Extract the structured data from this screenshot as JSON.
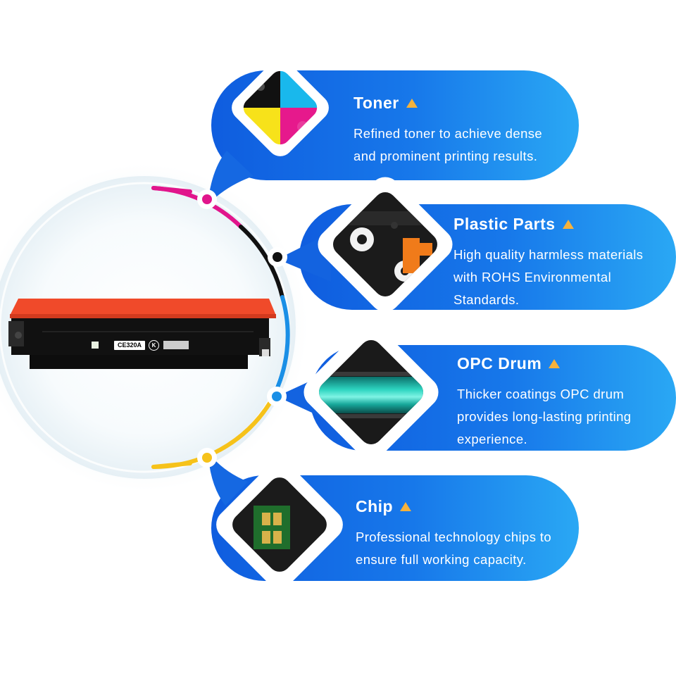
{
  "features": [
    {
      "title": "Toner",
      "desc": [
        "Refined toner to achieve dense",
        "and prominent printing results."
      ],
      "icon": "up-triangle-icon"
    },
    {
      "title": "Plastic Parts",
      "desc": [
        "High quality harmless materials",
        "with ROHS Environmental",
        "Standards."
      ],
      "icon": "up-triangle-icon"
    },
    {
      "title": "OPC Drum",
      "desc": [
        "Thicker coatings OPC drum",
        "provides long-lasting printing",
        "experience."
      ],
      "icon": "up-triangle-icon"
    },
    {
      "title": "Chip",
      "desc": [
        "Professional technology chips to",
        "ensure full working capacity."
      ],
      "icon": "up-triangle-icon"
    }
  ],
  "cartridge": {
    "model": "CE320A",
    "color_code": "K"
  },
  "colors": {
    "blue_dark": "#1262e0",
    "blue_light": "#2aa8f4",
    "accent_triangle": "#f6b23c",
    "magenta": "#e1158c",
    "black": "#111111",
    "cyan": "#1a8fe6",
    "yellow": "#f6c21a",
    "cartridge_orange": "#f04a2a"
  }
}
